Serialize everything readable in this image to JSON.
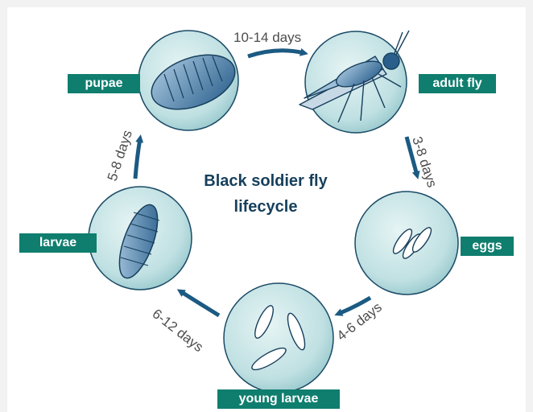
{
  "title": {
    "line1": "Black soldier fly",
    "line2": "lifecycle"
  },
  "stages": {
    "pupae": "pupae",
    "adult_fly": "adult fly",
    "eggs": "eggs",
    "young_larvae": "young larvae",
    "larvae": "larvae"
  },
  "durations": {
    "pupae_to_adult": "10-14 days",
    "adult_to_eggs": "3-8 days",
    "eggs_to_young": "4-6 days",
    "young_to_larvae": "6-12 days",
    "larvae_to_pupae": "5-8 days"
  },
  "colors": {
    "label_bg": "#0f7e6e",
    "arrow": "#1b5a82",
    "circle_fill": "#bfe1e3",
    "title": "#163f5c"
  }
}
